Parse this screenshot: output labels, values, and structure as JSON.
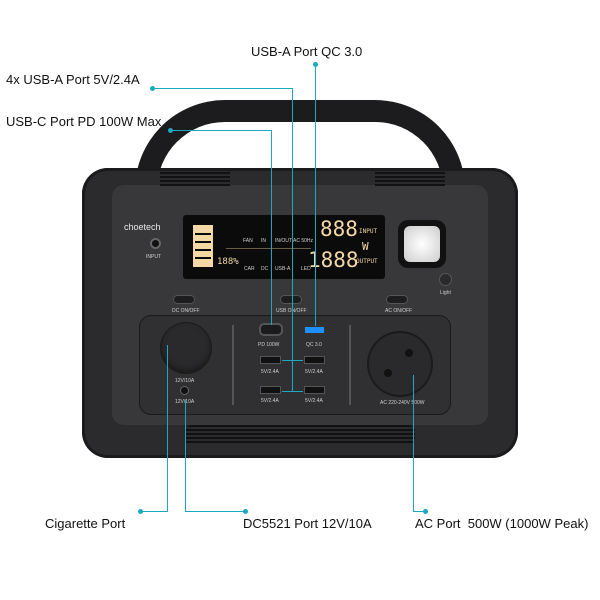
{
  "callouts": {
    "usb_a_qc": "USB-A Port QC 3.0",
    "usb_a_4x": "4x USB-A Port 5V/2.4A",
    "usb_c": "USB-C Port PD 100W Max",
    "cigarette": "Cigarette Port",
    "dc5521": "DC5521 Port 12V/10A",
    "ac": "AC Port  500W (1000W Peak)"
  },
  "device": {
    "brand": "choetech",
    "input_label": "INPUT",
    "light_label": "Light",
    "buttons": {
      "dc": "DC ON/OFF",
      "usb": "USB ON/OFF",
      "ac": "AC ON/OFF"
    },
    "display": {
      "input_digits": "888",
      "output_digits": "1888",
      "unit": "W",
      "input_label": "INPUT",
      "output_label": "OUTPUT",
      "percent": "188%",
      "icons": [
        "FAN",
        "IN",
        "IN/OUT",
        "AC 50Hz",
        "CAR",
        "DC",
        "USB-A",
        "LED"
      ]
    },
    "ports": {
      "pd": "PD 100W",
      "qc": "QC 3.0",
      "usba": "5V/2.4A",
      "cig": "12V/10A",
      "dc": "12V/10A",
      "ac": "AC 220-240V 500W"
    }
  },
  "colors": {
    "callout_line": "#19a9c2",
    "body": "#2b2b2d",
    "lcd": "#f4d9a6"
  }
}
